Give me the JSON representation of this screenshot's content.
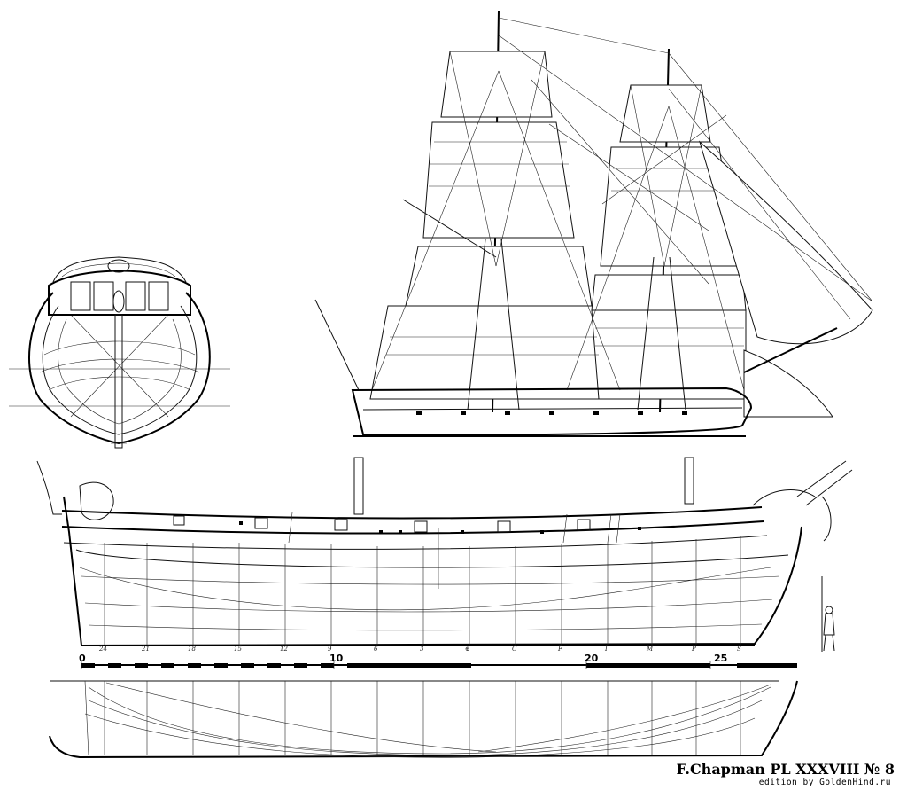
{
  "plate": {
    "title": "F.Chapman PL XXXVIII № 8",
    "edition": "edition by GoldenHind.ru"
  },
  "scale_bar": {
    "labels": [
      "0",
      "10",
      "20",
      "25"
    ]
  },
  "station_marks": [
    "24",
    "21",
    "18",
    "15",
    "12",
    "9",
    "6",
    "3",
    "⊕",
    "C",
    "F",
    "I",
    "M",
    "P",
    "S"
  ]
}
